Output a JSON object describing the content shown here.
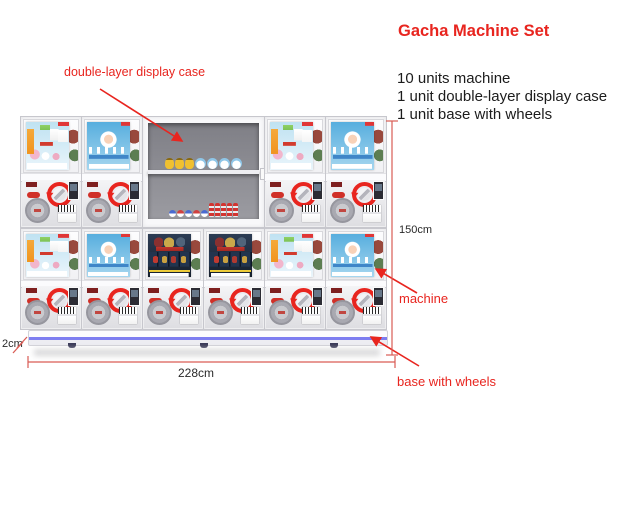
{
  "header": {
    "title": "Gacha Machine Set"
  },
  "description": {
    "line1": "10 units machine",
    "line2": "1 unit double-layer display case",
    "line3": "1 unit base with wheels"
  },
  "annotations": {
    "display_case": "double-layer display case",
    "machine": "machine",
    "base": "base with wheels"
  },
  "dimensions": {
    "height": "150cm",
    "width": "228cm",
    "base_height": "2cm"
  },
  "colors": {
    "accent_red": "#e8251f",
    "dimension_line": "#d95c55",
    "base_glow": "#7d7df0"
  },
  "figure": {
    "top_row": [
      {
        "type": "machine",
        "poster": "orange"
      },
      {
        "type": "machine",
        "poster": "blue"
      },
      {
        "type": "display-case"
      },
      {
        "type": "machine",
        "poster": "orange"
      },
      {
        "type": "machine",
        "poster": "blue"
      }
    ],
    "bottom_row": [
      {
        "type": "machine",
        "poster": "orange"
      },
      {
        "type": "machine",
        "poster": "blue"
      },
      {
        "type": "machine",
        "poster": "avengers"
      },
      {
        "type": "machine",
        "poster": "avengers"
      },
      {
        "type": "machine",
        "poster": "orange"
      },
      {
        "type": "machine",
        "poster": "blue"
      }
    ],
    "display_case": {
      "top_shelf": [
        "pikachu",
        "pikachu",
        "pikachu",
        "chibi",
        "chibi",
        "chibi",
        "chibi"
      ],
      "bottom_shelf": [
        "capsule",
        "capsule",
        "capsule",
        "capsule",
        "capsule",
        "ultraman",
        "ultraman",
        "ultraman",
        "ultraman",
        "ultraman"
      ]
    }
  }
}
